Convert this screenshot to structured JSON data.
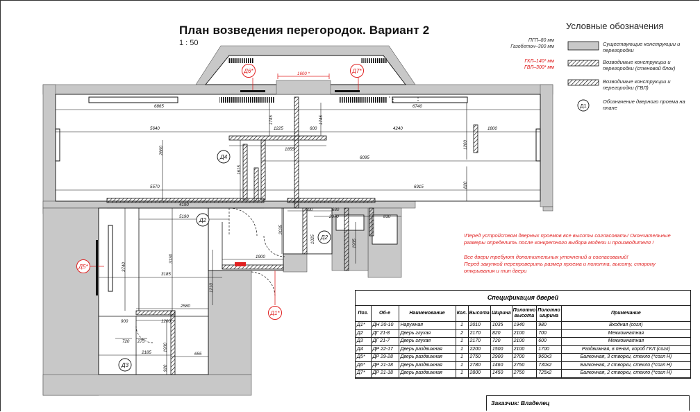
{
  "title": "План возведения перегородок. Вариант 2",
  "scale": "1 : 50",
  "legend": {
    "title": "Условные обозначения",
    "items": [
      "Существующие конструкции и перегородки",
      "Возводимые конструкции и перегородки (стеновой блок)",
      "Возводимые конструкции и перегородки (ГВЛ)",
      "Обозначение дверного проема на плане"
    ],
    "door_symbol": "Д1"
  },
  "materials": {
    "line1": "ПГП–80 мм",
    "line2": "Газобетон–300 мм",
    "line3": "ГКЛ–140* мм",
    "line4": "ГВЛ–300* мм"
  },
  "notes": [
    "!Перед устройством дверных проемов все высоты согласовать! Окончательные размеры определить после конкретного выбора модели и производителя !",
    "Все двери требуют дополнительных уточнений и согласований!",
    "Перед закупкой перепроверить размер проема и полотна, высоту, сторону открывания и тип двери"
  ],
  "door_tags": {
    "d1": "Д1*",
    "d2a": "Д2",
    "d2b": "Д2",
    "d3": "Д3",
    "d4": "Д4",
    "d5": "Д5*",
    "d6": "Д6*",
    "d7": "Д7*"
  },
  "dimensions": {
    "top_gap": "1600 *",
    "d6865": "6865",
    "d6740": "6740",
    "d5640": "5640",
    "d4240": "4240",
    "d1800": "1800",
    "d1225": "1225",
    "d600": "600",
    "d1745a": "1745",
    "d1745b": "1745",
    "d1855": "1855",
    "d6095": "6095",
    "d2860": "2860",
    "d1200": "1200",
    "d1615": "1615",
    "d5570": "5570",
    "d6915": "6915",
    "d820": "820",
    "d4190": "4190",
    "d5190": "5190",
    "d690": "690",
    "d680": "680",
    "d2070": "2070",
    "d830": "830",
    "d1900": "1900",
    "d3185": "3185",
    "d3740": "3740",
    "d3130": "3130",
    "d2580": "2580",
    "d1200b": "1200",
    "d900": "900",
    "d720": "720",
    "d275": "275",
    "d2185": "2185",
    "d655": "655",
    "d1930": "1930",
    "d920": "920",
    "d1025": "1025",
    "d1935": "1935",
    "d2035": "2035",
    "d1210": "1210"
  },
  "spec": {
    "title": "Спецификация дверей",
    "headers": [
      "Поз.",
      "Об-е",
      "Наименование",
      "Кол.",
      "Высота",
      "Ширина",
      "Полотно высота",
      "Полотно ширина",
      "Примечание"
    ],
    "rows": [
      [
        "Д1*",
        "ДН 20-10",
        "Наружная",
        "1",
        "2010",
        "1035",
        "1940",
        "980",
        "Входная (согл)"
      ],
      [
        "Д2",
        "ДГ 21-8",
        "Дверь глухая",
        "2",
        "2170",
        "820",
        "2100",
        "700",
        "Межкомнатная"
      ],
      [
        "Д3",
        "ДГ 21-7",
        "Дверь глухая",
        "1",
        "2170",
        "720",
        "2100",
        "600",
        "Межкомнатная"
      ],
      [
        "Д4",
        "ДР 22-17",
        "Дверь раздвижная",
        "1",
        "2200",
        "1500",
        "2100",
        "1700",
        "Раздвижная, в пенал, короб ГКЛ (согл)"
      ],
      [
        "Д5*",
        "ДР 29-28",
        "Дверь раздвижная",
        "1",
        "2750",
        "2900",
        "2700",
        "960х3",
        "Балконная, 3 створки, стекло (*согл Н)"
      ],
      [
        "Д6*",
        "ДР 21-18",
        "Дверь раздвижная",
        "1",
        "2780",
        "1460",
        "2750",
        "730х2",
        "Балконная, 2 створки, стекло (*согл Н)"
      ],
      [
        "Д7*",
        "ДР 21-18",
        "Дверь раздвижная",
        "1",
        "2800",
        "1450",
        "2750",
        "725х2",
        "Балконная, 2 створки, стекло (*согл Н)"
      ]
    ]
  },
  "customer": "Заказчик: Владелец",
  "colors": {
    "wall": "#c8c8c8",
    "line": "#1a1a1a",
    "accent": "#e02020",
    "paper": "#ffffff"
  }
}
